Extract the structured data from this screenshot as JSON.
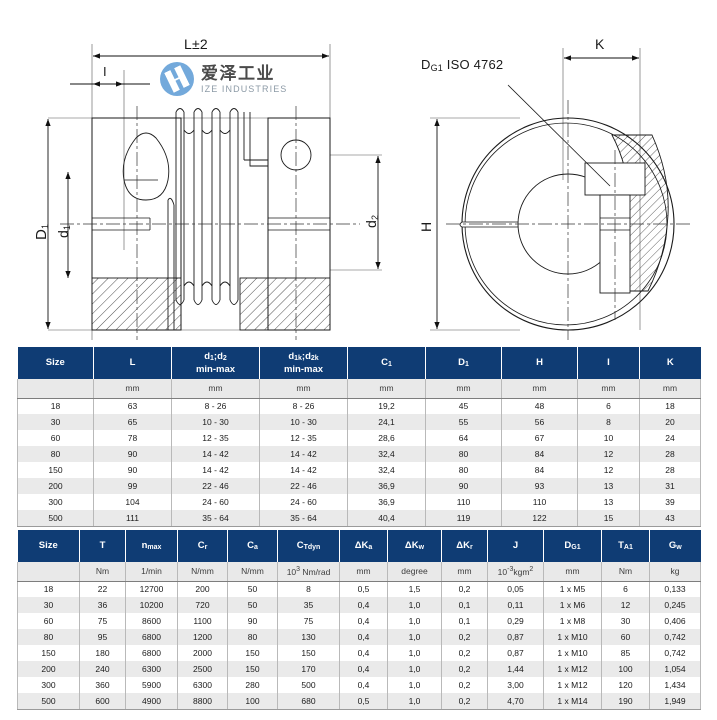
{
  "logo": {
    "cn_name": "爱泽工业",
    "en_name": "IZE INDUSTRIES",
    "mark": "circular-logo-icon"
  },
  "drawing_left": {
    "name": "bellows-coupling-section-view",
    "labels": {
      "overall_length": "L±2",
      "insertion_depth": "I",
      "outer_diameter": "D1",
      "bore_1": "d1",
      "bore_2": "d2"
    }
  },
  "drawing_right": {
    "name": "clamping-hub-end-view",
    "labels": {
      "screw_spec": "DG1 ISO 4762",
      "width": "K",
      "height": "H"
    }
  },
  "table1": {
    "name": "dimensions-table",
    "headers": [
      {
        "main": "Size",
        "sub": ""
      },
      {
        "main": "L",
        "sub": ""
      },
      {
        "main": "d1;d2",
        "sub": "min-max"
      },
      {
        "main": "d1k;d2k",
        "sub": "min-max"
      },
      {
        "main": "C1",
        "sub": ""
      },
      {
        "main": "D1",
        "sub": ""
      },
      {
        "main": "H",
        "sub": ""
      },
      {
        "main": "I",
        "sub": ""
      },
      {
        "main": "K",
        "sub": ""
      }
    ],
    "units": [
      "",
      "mm",
      "mm",
      "mm",
      "mm",
      "mm",
      "mm",
      "mm",
      "mm"
    ],
    "rows": [
      [
        "18",
        "63",
        "8 - 26",
        "8 - 26",
        "19,2",
        "45",
        "48",
        "6",
        "18"
      ],
      [
        "30",
        "65",
        "10 - 30",
        "10 - 30",
        "24,1",
        "55",
        "56",
        "8",
        "20"
      ],
      [
        "60",
        "78",
        "12 - 35",
        "12 - 35",
        "28,6",
        "64",
        "67",
        "10",
        "24"
      ],
      [
        "80",
        "90",
        "14 - 42",
        "14 - 42",
        "32,4",
        "80",
        "84",
        "12",
        "28"
      ],
      [
        "150",
        "90",
        "14 - 42",
        "14 - 42",
        "32,4",
        "80",
        "84",
        "12",
        "28"
      ],
      [
        "200",
        "99",
        "22 - 46",
        "22 - 46",
        "36,9",
        "90",
        "93",
        "13",
        "31"
      ],
      [
        "300",
        "104",
        "24 - 60",
        "24 - 60",
        "36,9",
        "110",
        "110",
        "13",
        "39"
      ],
      [
        "500",
        "111",
        "35 - 64",
        "35 - 64",
        "40,4",
        "119",
        "122",
        "15",
        "43"
      ]
    ]
  },
  "table2": {
    "name": "performance-table",
    "headers": [
      {
        "main": "Size",
        "sub": ""
      },
      {
        "main": "T",
        "sub": ""
      },
      {
        "main": "nmax",
        "sub": ""
      },
      {
        "main": "Cr",
        "sub": ""
      },
      {
        "main": "Ca",
        "sub": ""
      },
      {
        "main": "CTdyn",
        "sub": ""
      },
      {
        "main": "ΔKa",
        "sub": ""
      },
      {
        "main": "ΔKw",
        "sub": ""
      },
      {
        "main": "ΔKr",
        "sub": ""
      },
      {
        "main": "J",
        "sub": ""
      },
      {
        "main": "DG1",
        "sub": ""
      },
      {
        "main": "TA1",
        "sub": ""
      },
      {
        "main": "Gw",
        "sub": ""
      }
    ],
    "units": [
      "",
      "Nm",
      "1/min",
      "N/mm",
      "N/mm",
      "10³ Nm/rad",
      "mm",
      "degree",
      "mm",
      "10⁻³kgm²",
      "mm",
      "Nm",
      "kg"
    ],
    "rows": [
      [
        "18",
        "22",
        "12700",
        "200",
        "50",
        "8",
        "0,5",
        "1,5",
        "0,2",
        "0,05",
        "1 x M5",
        "6",
        "0,133"
      ],
      [
        "30",
        "36",
        "10200",
        "720",
        "50",
        "35",
        "0,4",
        "1,0",
        "0,1",
        "0,11",
        "1 x M6",
        "12",
        "0,245"
      ],
      [
        "60",
        "75",
        "8600",
        "1100",
        "90",
        "75",
        "0,4",
        "1,0",
        "0,1",
        "0,29",
        "1 x M8",
        "30",
        "0,406"
      ],
      [
        "80",
        "95",
        "6800",
        "1200",
        "80",
        "130",
        "0,4",
        "1,0",
        "0,2",
        "0,87",
        "1 x M10",
        "60",
        "0,742"
      ],
      [
        "150",
        "180",
        "6800",
        "2000",
        "150",
        "150",
        "0,4",
        "1,0",
        "0,2",
        "0,87",
        "1 x M10",
        "85",
        "0,742"
      ],
      [
        "200",
        "240",
        "6300",
        "2500",
        "150",
        "170",
        "0,4",
        "1,0",
        "0,2",
        "1,44",
        "1 x M12",
        "100",
        "1,054"
      ],
      [
        "300",
        "360",
        "5900",
        "6300",
        "280",
        "500",
        "0,4",
        "1,0",
        "0,2",
        "3,00",
        "1 x M12",
        "120",
        "1,434"
      ],
      [
        "500",
        "600",
        "4900",
        "8800",
        "100",
        "680",
        "0,5",
        "1,0",
        "0,2",
        "4,70",
        "1 x M14",
        "190",
        "1,949"
      ]
    ]
  },
  "colors": {
    "header_blue": "#0f3c74",
    "unit_row": "#e9e9e9",
    "stripe": "#eaeaea",
    "logo_blue": "#5b9bd5"
  }
}
